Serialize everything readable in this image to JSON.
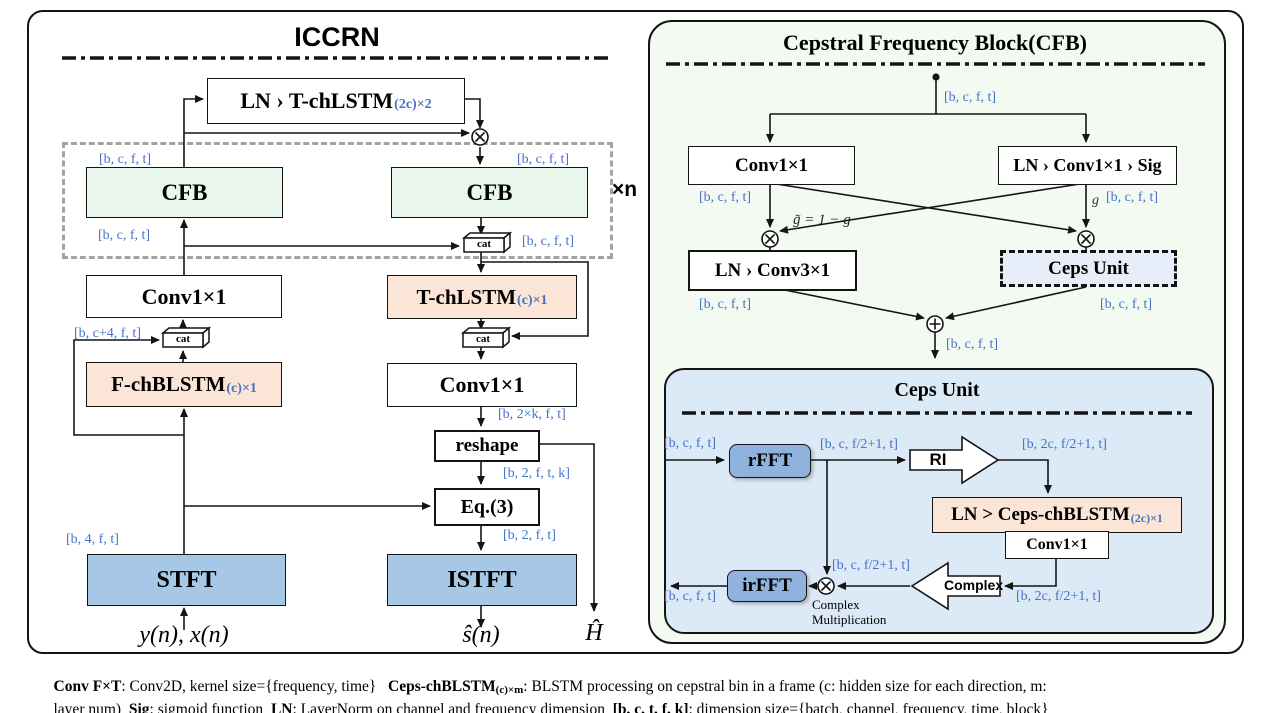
{
  "left_panel": {
    "title": "ICCRN",
    "times_n": "×n",
    "nodes": {
      "ln_tchlstm_main": "LN › T-chLSTM",
      "ln_tchlstm_sub": "(2c)×2",
      "cfb": "CFB",
      "conv1x1": "Conv1×1",
      "tchlstm_main": "T-chLSTM",
      "tchlstm_sub": "(c)×1",
      "fchblstm_main": "F-chBLSTM",
      "fchblstm_sub": "(c)×1",
      "reshape": "reshape",
      "eq3": "Eq.(3)",
      "stft": "STFT",
      "istft": "ISTFT",
      "cat": "cat"
    },
    "io": {
      "input": "y(n), x(n)",
      "output_signal": "ŝ(n)",
      "output_h": "Ĥ"
    }
  },
  "cfb_panel": {
    "title": "Cepstral Frequency Block(CFB)",
    "nodes": {
      "conv1x1": "Conv1×1",
      "ln_conv_sig": "LN › Conv1×1 › Sig",
      "ln_conv3": "LN › Conv3×1",
      "ceps_unit": "Ceps Unit"
    },
    "gate_g": "g",
    "gate_eq": "g̃ = 1 − g"
  },
  "ceps_panel": {
    "title": "Ceps Unit",
    "nodes": {
      "rfft": "rFFT",
      "ri": "RI",
      "ln_ceps_main": "LN > Ceps-chBLSTM",
      "ln_ceps_sub": "(2c)×1",
      "conv1x1": "Conv1×1",
      "complex": "Complex",
      "irfft": "irFFT"
    },
    "mult_note_1": "Complex",
    "mult_note_2": "Multiplication"
  },
  "dims": {
    "bcft": "[b, c, f, t]",
    "bc4ft": "[b, c+4, f, t]",
    "b2kft": "[b, 2×k, f, t]",
    "b2ftk": "[b, 2, f, t, k]",
    "b2ft": "[b, 2, f, t]",
    "b4ft": "[b, 4, f, t]",
    "bcf21t": "[b, c, f/2+1, t]",
    "b2cf21t": "[b, 2c, f/2+1, t]"
  },
  "caption": {
    "conv_bold": "Conv F×T",
    "conv_text": ": Conv2D, kernel size={frequency, time}   ",
    "ceps_bold": "Ceps-chBLSTM",
    "ceps_sub": "(c)×m",
    "ceps_text": ": BLSTM processing on cepstral bin in a frame (c: hidden size for each direction, m:",
    "l2_start": "layer num)  ",
    "sig_bold": "Sig",
    "sig_text": ": sigmoid function  ",
    "ln_bold": "LN",
    "ln_text": ": LayerNorm on channel and frequency dimension  ",
    "dim_bold": "[b, c, t, f, k]",
    "dim_text": ": dimension size={batch, channel, frequency, time, block}"
  },
  "colors": {
    "dim_text_blue": "#4472c4",
    "peach": "#fbe5d6",
    "cfb_green": "#e9f6ec",
    "panel_green": "#f2faf2",
    "panel_blue": "#dce9f6",
    "stft_blue": "#a7c7e7",
    "fft_blue": "#8fb2de",
    "dashed_gray": "#a3a3a3"
  }
}
